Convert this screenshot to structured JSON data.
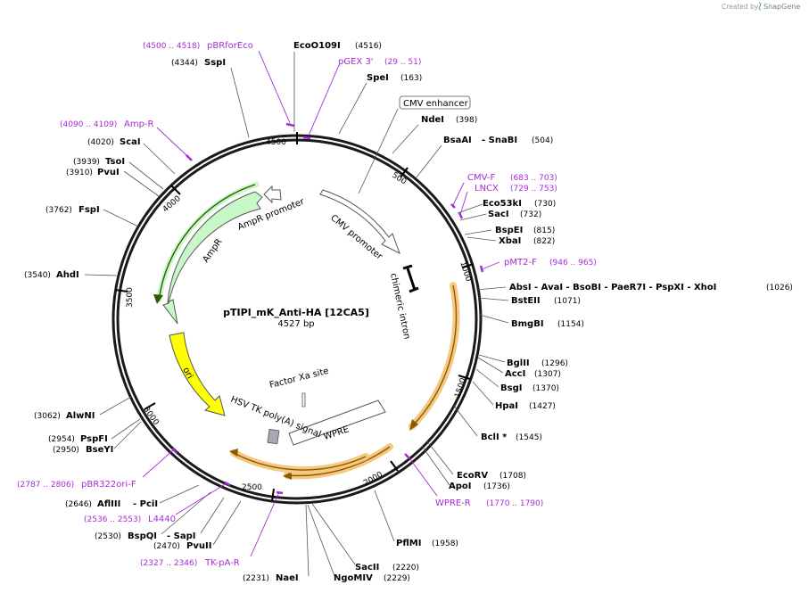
{
  "credit": {
    "prefix": "Created by",
    "brand": "SnapGene",
    "icon": "snapgene-logo-icon"
  },
  "plasmid": {
    "name": "pTIPI_mK_Anti-HA [12CA5]",
    "length_label": "4527 bp",
    "length": 4527
  },
  "colors": {
    "primer": "#a52bd6",
    "backbone": "#000000",
    "ampr": "#c8f7c8",
    "ori": "#ffff00",
    "orf_glow": "#f6c982",
    "orf": "#8a5a00"
  },
  "ticks": [
    "500",
    "1000",
    "1500",
    "2000",
    "2500",
    "3000",
    "3500",
    "4000",
    "4500"
  ],
  "features": {
    "cmv_enhancer": "CMV enhancer",
    "cmv_promoter": "CMV promoter",
    "chimeric_intron": "chimeric intron",
    "ampr_promoter": "AmpR promoter",
    "ampr": "AmpR",
    "ori": "ori",
    "factor_xa": "Factor Xa site",
    "hsv_tk": "HSV TK poly(A) signal",
    "wpre": "WPRE"
  },
  "sites": {
    "ecoo109i": {
      "name": "EcoO109I",
      "pos": "(4516)"
    },
    "spei": {
      "name": "SpeI",
      "pos": "(163)"
    },
    "sspi": {
      "name": "SspI",
      "pos": "(4344)"
    },
    "ndei": {
      "name": "NdeI",
      "pos": "(398)"
    },
    "bsaai": {
      "name": "BsaAI",
      "pos": ""
    },
    "snabi": {
      "name": "- SnaBI",
      "pos": "(504)"
    },
    "scai": {
      "name": "ScaI",
      "pos": "(4020)"
    },
    "tsoi": {
      "name": "TsoI",
      "pos": "(3939)"
    },
    "pvui": {
      "name": "PvuI",
      "pos": "(3910)"
    },
    "eco53ki": {
      "name": "Eco53kI",
      "pos": "(730)"
    },
    "saci": {
      "name": "SacI",
      "pos": "(732)"
    },
    "fspi": {
      "name": "FspI",
      "pos": "(3762)"
    },
    "bspei": {
      "name": "BspEI",
      "pos": "(815)"
    },
    "xbai": {
      "name": "XbaI",
      "pos": "(822)"
    },
    "ahdi": {
      "name": "AhdI",
      "pos": "(3540)"
    },
    "absi_group": {
      "name": "AbsI  - AvaI  - BsoBI  - PaeR7I  - PspXI  - XhoI",
      "pos": "(1026)"
    },
    "bsteii": {
      "name": "BstEII",
      "pos": "(1071)"
    },
    "bmgbi": {
      "name": "BmgBI",
      "pos": "(1154)"
    },
    "bglii": {
      "name": "BglII",
      "pos": "(1296)"
    },
    "acci": {
      "name": "AccI",
      "pos": "(1307)"
    },
    "bsgi": {
      "name": "BsgI",
      "pos": "(1370)"
    },
    "hpai": {
      "name": "HpaI",
      "pos": "(1427)"
    },
    "alwni": {
      "name": "AlwNI",
      "pos": "(3062)"
    },
    "bcli": {
      "name": "BclI *",
      "pos": "(1545)"
    },
    "pspfi": {
      "name": "PspFI",
      "pos": "(2954)"
    },
    "bseyi": {
      "name": "BseYI",
      "pos": "(2950)"
    },
    "ecorv": {
      "name": "EcoRV",
      "pos": "(1708)"
    },
    "apoi": {
      "name": "ApoI",
      "pos": "(1736)"
    },
    "aflIII": {
      "name": "AflIII",
      "pos": "(2646)"
    },
    "pcii": {
      "name": "- PciI",
      "pos": ""
    },
    "bspqi": {
      "name": "BspQI",
      "pos": "(2530)"
    },
    "sapi": {
      "name": "- SapI",
      "pos": ""
    },
    "pvuii": {
      "name": "PvuII",
      "pos": "(2470)"
    },
    "pflmi": {
      "name": "PflMI",
      "pos": "(1958)"
    },
    "sacii": {
      "name": "SacII",
      "pos": "(2220)"
    },
    "naei": {
      "name": "NaeI",
      "pos": "(2231)"
    },
    "ngomiv": {
      "name": "NgoMIV",
      "pos": "(2229)"
    }
  },
  "primers": {
    "pbrforeco": {
      "name": "pBRforEco",
      "pos": "(4500 .. 4518)"
    },
    "pgex3": {
      "name": "pGEX 3'",
      "pos": "(29 .. 51)"
    },
    "ampr": {
      "name": "Amp-R",
      "pos": "(4090 .. 4109)"
    },
    "cmvf": {
      "name": "CMV-F",
      "pos": "(683 .. 703)"
    },
    "lncx": {
      "name": "LNCX",
      "pos": "(729 .. 753)"
    },
    "pmt2f": {
      "name": "pMT2-F",
      "pos": "(946 .. 965)"
    },
    "pbr322ori": {
      "name": "pBR322ori-F",
      "pos": "(2787 .. 2806)"
    },
    "l4440": {
      "name": "L4440",
      "pos": "(2536 .. 2553)"
    },
    "tkpar": {
      "name": "TK-pA-R",
      "pos": "(2327 .. 2346)"
    },
    "wprer": {
      "name": "WPRE-R",
      "pos": "(1770 .. 1790)"
    }
  }
}
